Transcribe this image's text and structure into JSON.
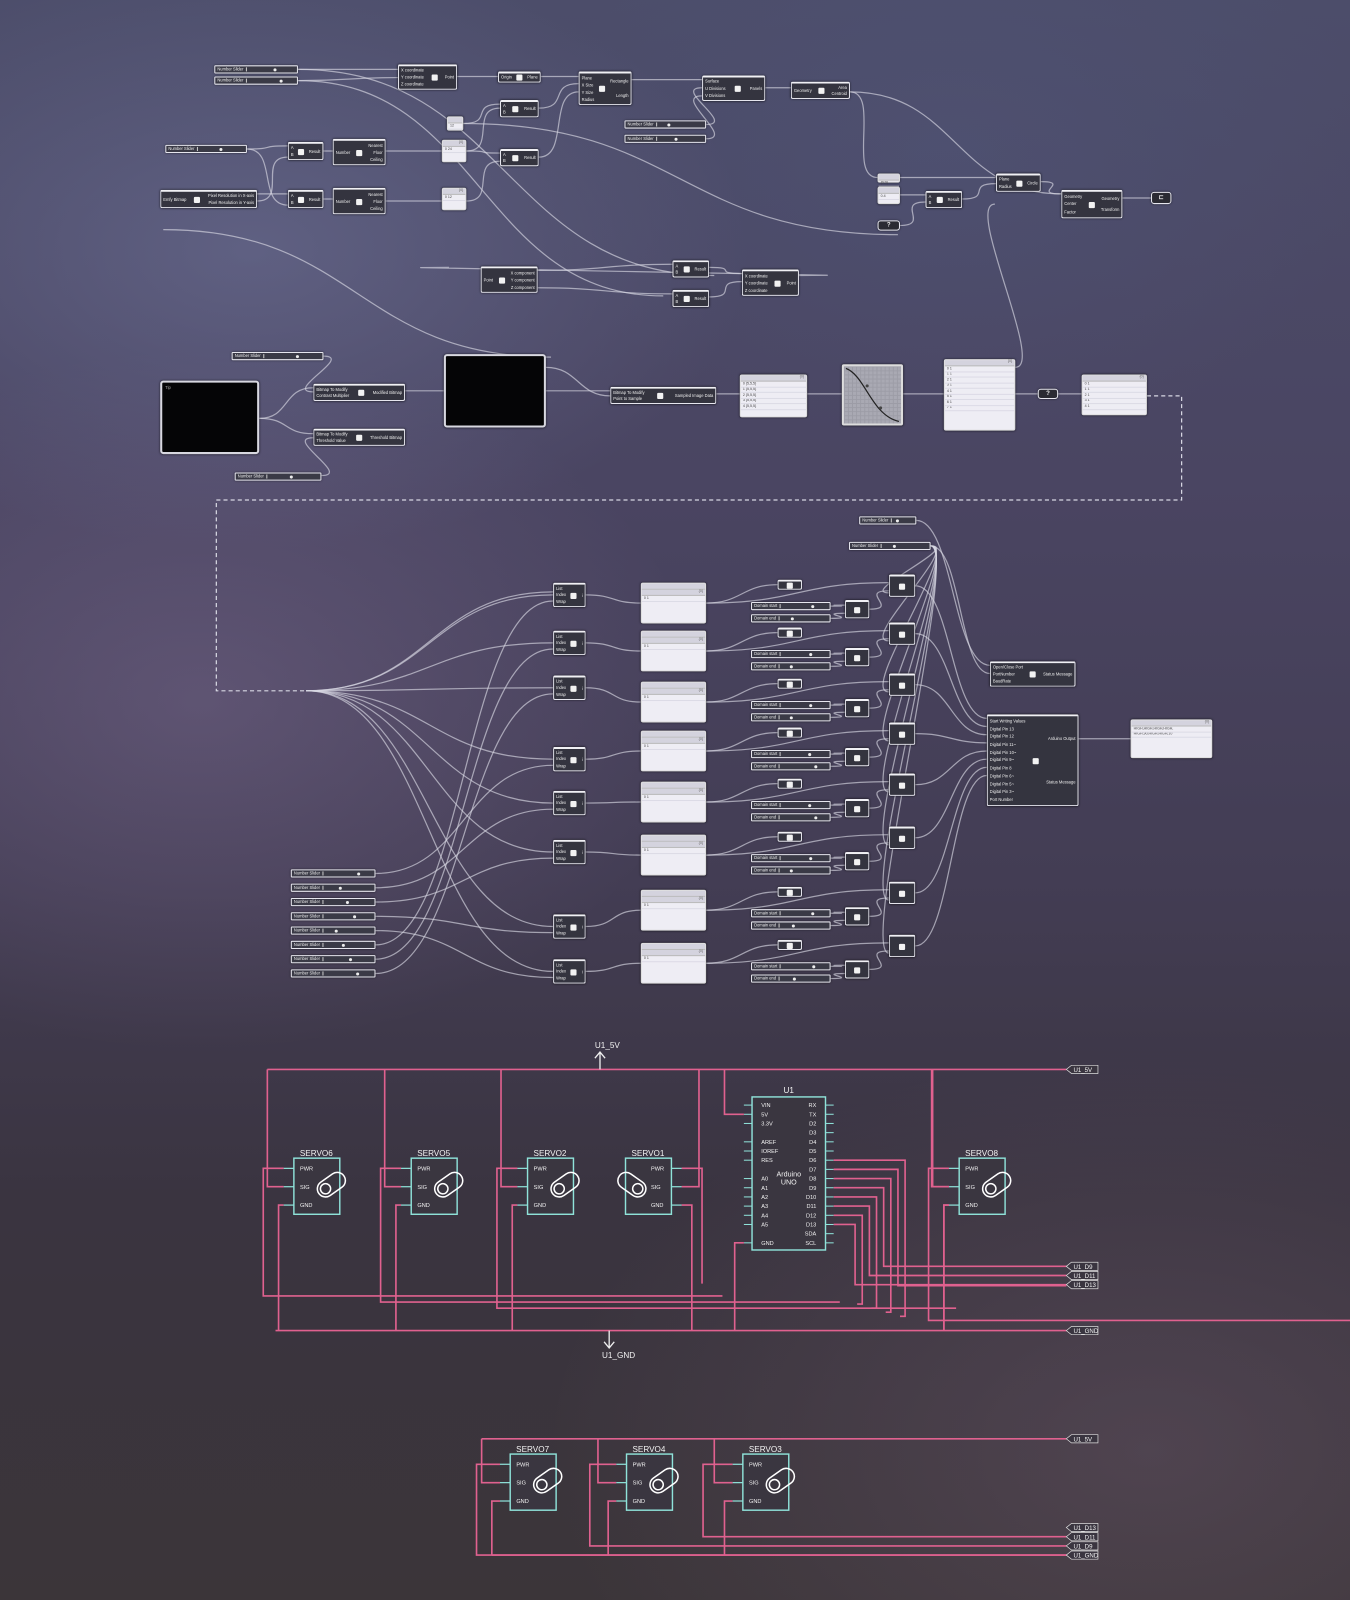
{
  "colors": {
    "wire": "#d8d8e4",
    "schematic_wire": "#e0618f",
    "component": "#8fe3da",
    "panel": "#eeedf4",
    "node": "#34343f"
  },
  "nodes": {
    "s_x": {
      "name": "number-slider",
      "label": "Number Slider"
    },
    "s_y": {
      "name": "number-slider",
      "label": "Number Slider"
    },
    "s_a": {
      "name": "number-slider",
      "label": "Number Slider"
    },
    "s_u": {
      "name": "number-slider",
      "label": "Number Slider"
    },
    "s_v": {
      "name": "number-slider",
      "label": "Number Slider"
    },
    "s_contrast": {
      "name": "number-slider",
      "label": "Number Slider"
    },
    "s_thresh": {
      "name": "number-slider",
      "label": "Number Slider"
    },
    "s_port": {
      "name": "number-slider",
      "label": "Number Slider"
    },
    "s_baud": {
      "name": "number-slider",
      "label": "Number Slider"
    },
    "s_c0": {
      "name": "number-slider",
      "label": "Number Slider"
    },
    "s_c1": {
      "name": "number-slider",
      "label": "Number Slider"
    },
    "s_c2": {
      "name": "number-slider",
      "label": "Number Slider"
    },
    "s_c3": {
      "name": "number-slider",
      "label": "Number Slider"
    },
    "s_c4": {
      "name": "number-slider",
      "label": "Number Slider"
    },
    "s_c5": {
      "name": "number-slider",
      "label": "Number Slider"
    },
    "s_c6": {
      "name": "number-slider",
      "label": "Number Slider"
    },
    "s_c7": {
      "name": "number-slider",
      "label": "Number Slider"
    },
    "pt1": {
      "name": "construct-point",
      "icon": "point",
      "inputs": [
        "X coordinate",
        "Y coordinate",
        "Z coordinate"
      ],
      "outputs": [
        "Point"
      ]
    },
    "plane": {
      "name": "xy-plane",
      "icon": "plane",
      "inputs": [
        "Origin"
      ],
      "outputs": [
        "Plane"
      ]
    },
    "rect": {
      "name": "rectangle",
      "icon": "rectangle",
      "inputs": [
        "Plane",
        "X Size",
        "Y Size",
        "Radius"
      ],
      "outputs": [
        "Rectangle",
        "Length"
      ]
    },
    "divsrf": {
      "name": "divide-surface",
      "icon": "grid",
      "inputs": [
        "Surface",
        "U Divisions",
        "V Divisions"
      ],
      "outputs": [
        "Panels"
      ]
    },
    "area": {
      "name": "area",
      "icon": "area",
      "inputs": [
        "Geometry"
      ],
      "outputs": [
        "Area",
        "Centroid"
      ]
    },
    "div1": {
      "name": "division",
      "icon": "division",
      "inputs": [
        "A",
        "B"
      ],
      "outputs": [
        "Result"
      ]
    },
    "div2": {
      "name": "division",
      "icon": "division",
      "inputs": [
        "A",
        "B"
      ],
      "outputs": [
        "Result"
      ]
    },
    "div3": {
      "name": "division",
      "icon": "division",
      "inputs": [
        "A",
        "B"
      ],
      "outputs": [
        "Result"
      ]
    },
    "div4": {
      "name": "division",
      "icon": "division",
      "inputs": [
        "A",
        "B"
      ],
      "outputs": [
        "Result"
      ]
    },
    "div5": {
      "name": "division",
      "icon": "division",
      "inputs": [
        "A",
        "B"
      ],
      "outputs": [
        "Result"
      ]
    },
    "div6": {
      "name": "division",
      "icon": "division",
      "inputs": [
        "A",
        "B"
      ],
      "outputs": [
        "Result"
      ]
    },
    "div7": {
      "name": "division",
      "icon": "division",
      "inputs": [
        "A",
        "B"
      ],
      "outputs": [
        "Result"
      ]
    },
    "round1": {
      "name": "round",
      "icon": "round",
      "inputs": [
        "Number"
      ],
      "outputs": [
        "Nearest",
        "Floor",
        "Ceiling"
      ]
    },
    "round2": {
      "name": "round",
      "icon": "round",
      "inputs": [
        "Number"
      ],
      "outputs": [
        "Nearest",
        "Floor",
        "Ceiling"
      ]
    },
    "bmpinfo": {
      "name": "bitmap-info",
      "icon": "bitmap",
      "inputs": [
        "Emfy Bitmap"
      ],
      "outputs": [
        "Pixel Resolution in X-axis",
        "Pixel Resolution in Y-axis"
      ]
    },
    "p12": {
      "name": "panel",
      "header": "",
      "lines": [
        "12"
      ]
    },
    "p24": {
      "name": "panel",
      "header": "{0}",
      "lines": [
        "0 24"
      ]
    },
    "p12b": {
      "name": "panel",
      "header": "{0}",
      "lines": [
        "0 12"
      ]
    },
    "p0": {
      "name": "panel",
      "header": "",
      "lines": [
        "{0;0}"
      ]
    },
    "p04": {
      "name": "panel",
      "header": "",
      "lines": [
        "0.4"
      ]
    },
    "relay1": {
      "name": "relay",
      "label": "?"
    },
    "circle": {
      "name": "circle",
      "icon": "circle",
      "inputs": [
        "Plane",
        "Radius"
      ],
      "outputs": [
        "Circle"
      ]
    },
    "scale": {
      "name": "scale",
      "icon": "scale",
      "inputs": [
        "Geometry",
        "Center",
        "Factor"
      ],
      "outputs": [
        "Geometry",
        "Transform"
      ]
    },
    "out1": {
      "name": "output-param",
      "label": "⊏"
    },
    "decvec": {
      "name": "deconstruct-vector",
      "icon": "vector",
      "inputs": [
        "Point"
      ],
      "outputs": [
        "X component",
        "Y component",
        "Z component"
      ]
    },
    "pt2": {
      "name": "construct-point",
      "icon": "point",
      "inputs": [
        "X coordinate",
        "Y coordinate",
        "Z coordinate"
      ],
      "outputs": [
        "Point"
      ]
    },
    "img1": {
      "name": "bitmap-viewer",
      "title": "Tip"
    },
    "contrast": {
      "name": "contrast",
      "icon": "contrast",
      "inputs": [
        "Bitmap To Modify",
        "Contrast Multiplier"
      ],
      "outputs": [
        "Modified Bitmap"
      ]
    },
    "thresh": {
      "name": "threshold",
      "icon": "threshold",
      "inputs": [
        "Bitmap To Modify",
        "Threshold Value"
      ],
      "outputs": [
        "Threshold Bitmap"
      ]
    },
    "img2": {
      "name": "bitmap-viewer",
      "title": ""
    },
    "sampler": {
      "name": "image-sampler",
      "icon": "sampler",
      "inputs": [
        "Bitmap To Modify",
        "Point to Sample"
      ],
      "outputs": [
        "Sampled Image Data"
      ]
    },
    "pan1": {
      "name": "panel",
      "header": "{0}",
      "lines": [
        "0 {5,5,5}",
        "1 {5,5,5}",
        "2 {5,5,5}",
        "3 {5,5,5}",
        "4 {5,5,5}"
      ]
    },
    "pan2": {
      "name": "panel",
      "header": "{0}",
      "lines": [
        "0 1",
        "1 1",
        "2 1",
        "3 1",
        "4 1",
        "5 1",
        "6 1",
        "7 1"
      ]
    },
    "relay2": {
      "name": "relay",
      "label": "?"
    },
    "pan3": {
      "name": "panel",
      "header": "{0}",
      "lines": [
        "0 1",
        "1 1",
        "2 1",
        "3 1",
        "4 1"
      ]
    },
    "serial": {
      "name": "serial-port",
      "icon": "serial",
      "inputs": [
        "Open/Close Port",
        "PortNumber",
        "BaudRate"
      ],
      "outputs": [
        "Status Message"
      ]
    },
    "ardwrite": {
      "name": "arduino-uno-write",
      "icon": "arduino",
      "inputs": [
        "Start Writing Values",
        "Digital Pin 13",
        "Digital Pin 12",
        "Digital Pin 11~",
        "Digital Pin 10~",
        "Digital Pin 9~",
        "Digital Pin 8",
        "Digital Pin 6~",
        "Digital Pin 5~",
        "Digital Pin 3~",
        "Port Number"
      ],
      "outputs": [
        "Arduino Output",
        "Status Message"
      ]
    },
    "outpanel": {
      "name": "output-panel",
      "header": "{0}",
      "lines": [
        "HIGH,HIGH,HIGH,HIGH,",
        "HIGH,90,HIGH,HIGH,10"
      ]
    }
  },
  "rows": {
    "list": {
      "inputs": [
        "List",
        "Index",
        "Wrap"
      ],
      "outputs": [
        "i"
      ]
    },
    "panel_line": "0 1",
    "panel_header": "{0}",
    "domain_start": "Domain start",
    "domain_end": "Domain end",
    "count": 8
  },
  "schematic": {
    "rail_5v": "U1_5V",
    "rail_gnd": "U1_GND",
    "net_labels_top": [
      "U1_5V",
      "U1_D9",
      "U1_D11",
      "U1_D13",
      "U1_GND"
    ],
    "net_labels_bottom": [
      "U1_5V",
      "U1_D13",
      "U1_D11",
      "U1_D9",
      "U1_GND"
    ],
    "pins": [
      "PWR",
      "SIG",
      "GND"
    ],
    "servos_top": [
      "SERVO6",
      "SERVO5",
      "SERVO2",
      "SERVO1",
      "SERVO8"
    ],
    "servos_bottom": [
      "SERVO7",
      "SERVO4",
      "SERVO3"
    ],
    "arduino": {
      "ref": "U1",
      "name": [
        "Arduino",
        "UNO"
      ],
      "left_pins": [
        "VIN",
        "5V",
        "3.3V",
        "",
        "AREF",
        "IOREF",
        "RES",
        "",
        "A0",
        "A1",
        "A2",
        "A3",
        "A4",
        "A5",
        "",
        "GND"
      ],
      "right_pins": [
        "RX",
        "TX",
        "D2",
        "D3",
        "D4",
        "D5",
        "D6",
        "D7",
        "D8",
        "D9",
        "D10",
        "D11",
        "D12",
        "D13",
        "SDA",
        "SCL"
      ]
    }
  }
}
